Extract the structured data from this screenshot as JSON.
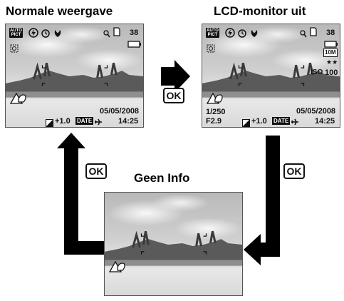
{
  "titles": {
    "normal": "Normale weergave",
    "lcd": "LCD-monitor uit",
    "geen": "Geen Info"
  },
  "ok_label": "OK",
  "screen_common": {
    "mode_badge_line1": "AUTO",
    "mode_badge_line2": "PICT",
    "remaining_shots": "38",
    "exposure_comp": "+1.0",
    "date_badge": "DATE",
    "date": "05/05/2008",
    "time": "14:25"
  },
  "screen_lcd": {
    "resolution": "10M",
    "quality": "★★",
    "iso_label": "ISO",
    "iso_value": "100",
    "shutter": "1/250",
    "aperture": "F2.9"
  },
  "colors": {
    "arrow": "#000000",
    "overlay_text": "#111111"
  },
  "icons": [
    "flash-off-icon",
    "self-timer-icon",
    "macro-icon",
    "zoom-icon",
    "memory-card-icon",
    "battery-icon",
    "face-detect-icon",
    "shake-warning-icon",
    "exposure-comp-icon",
    "airplane-icon"
  ]
}
